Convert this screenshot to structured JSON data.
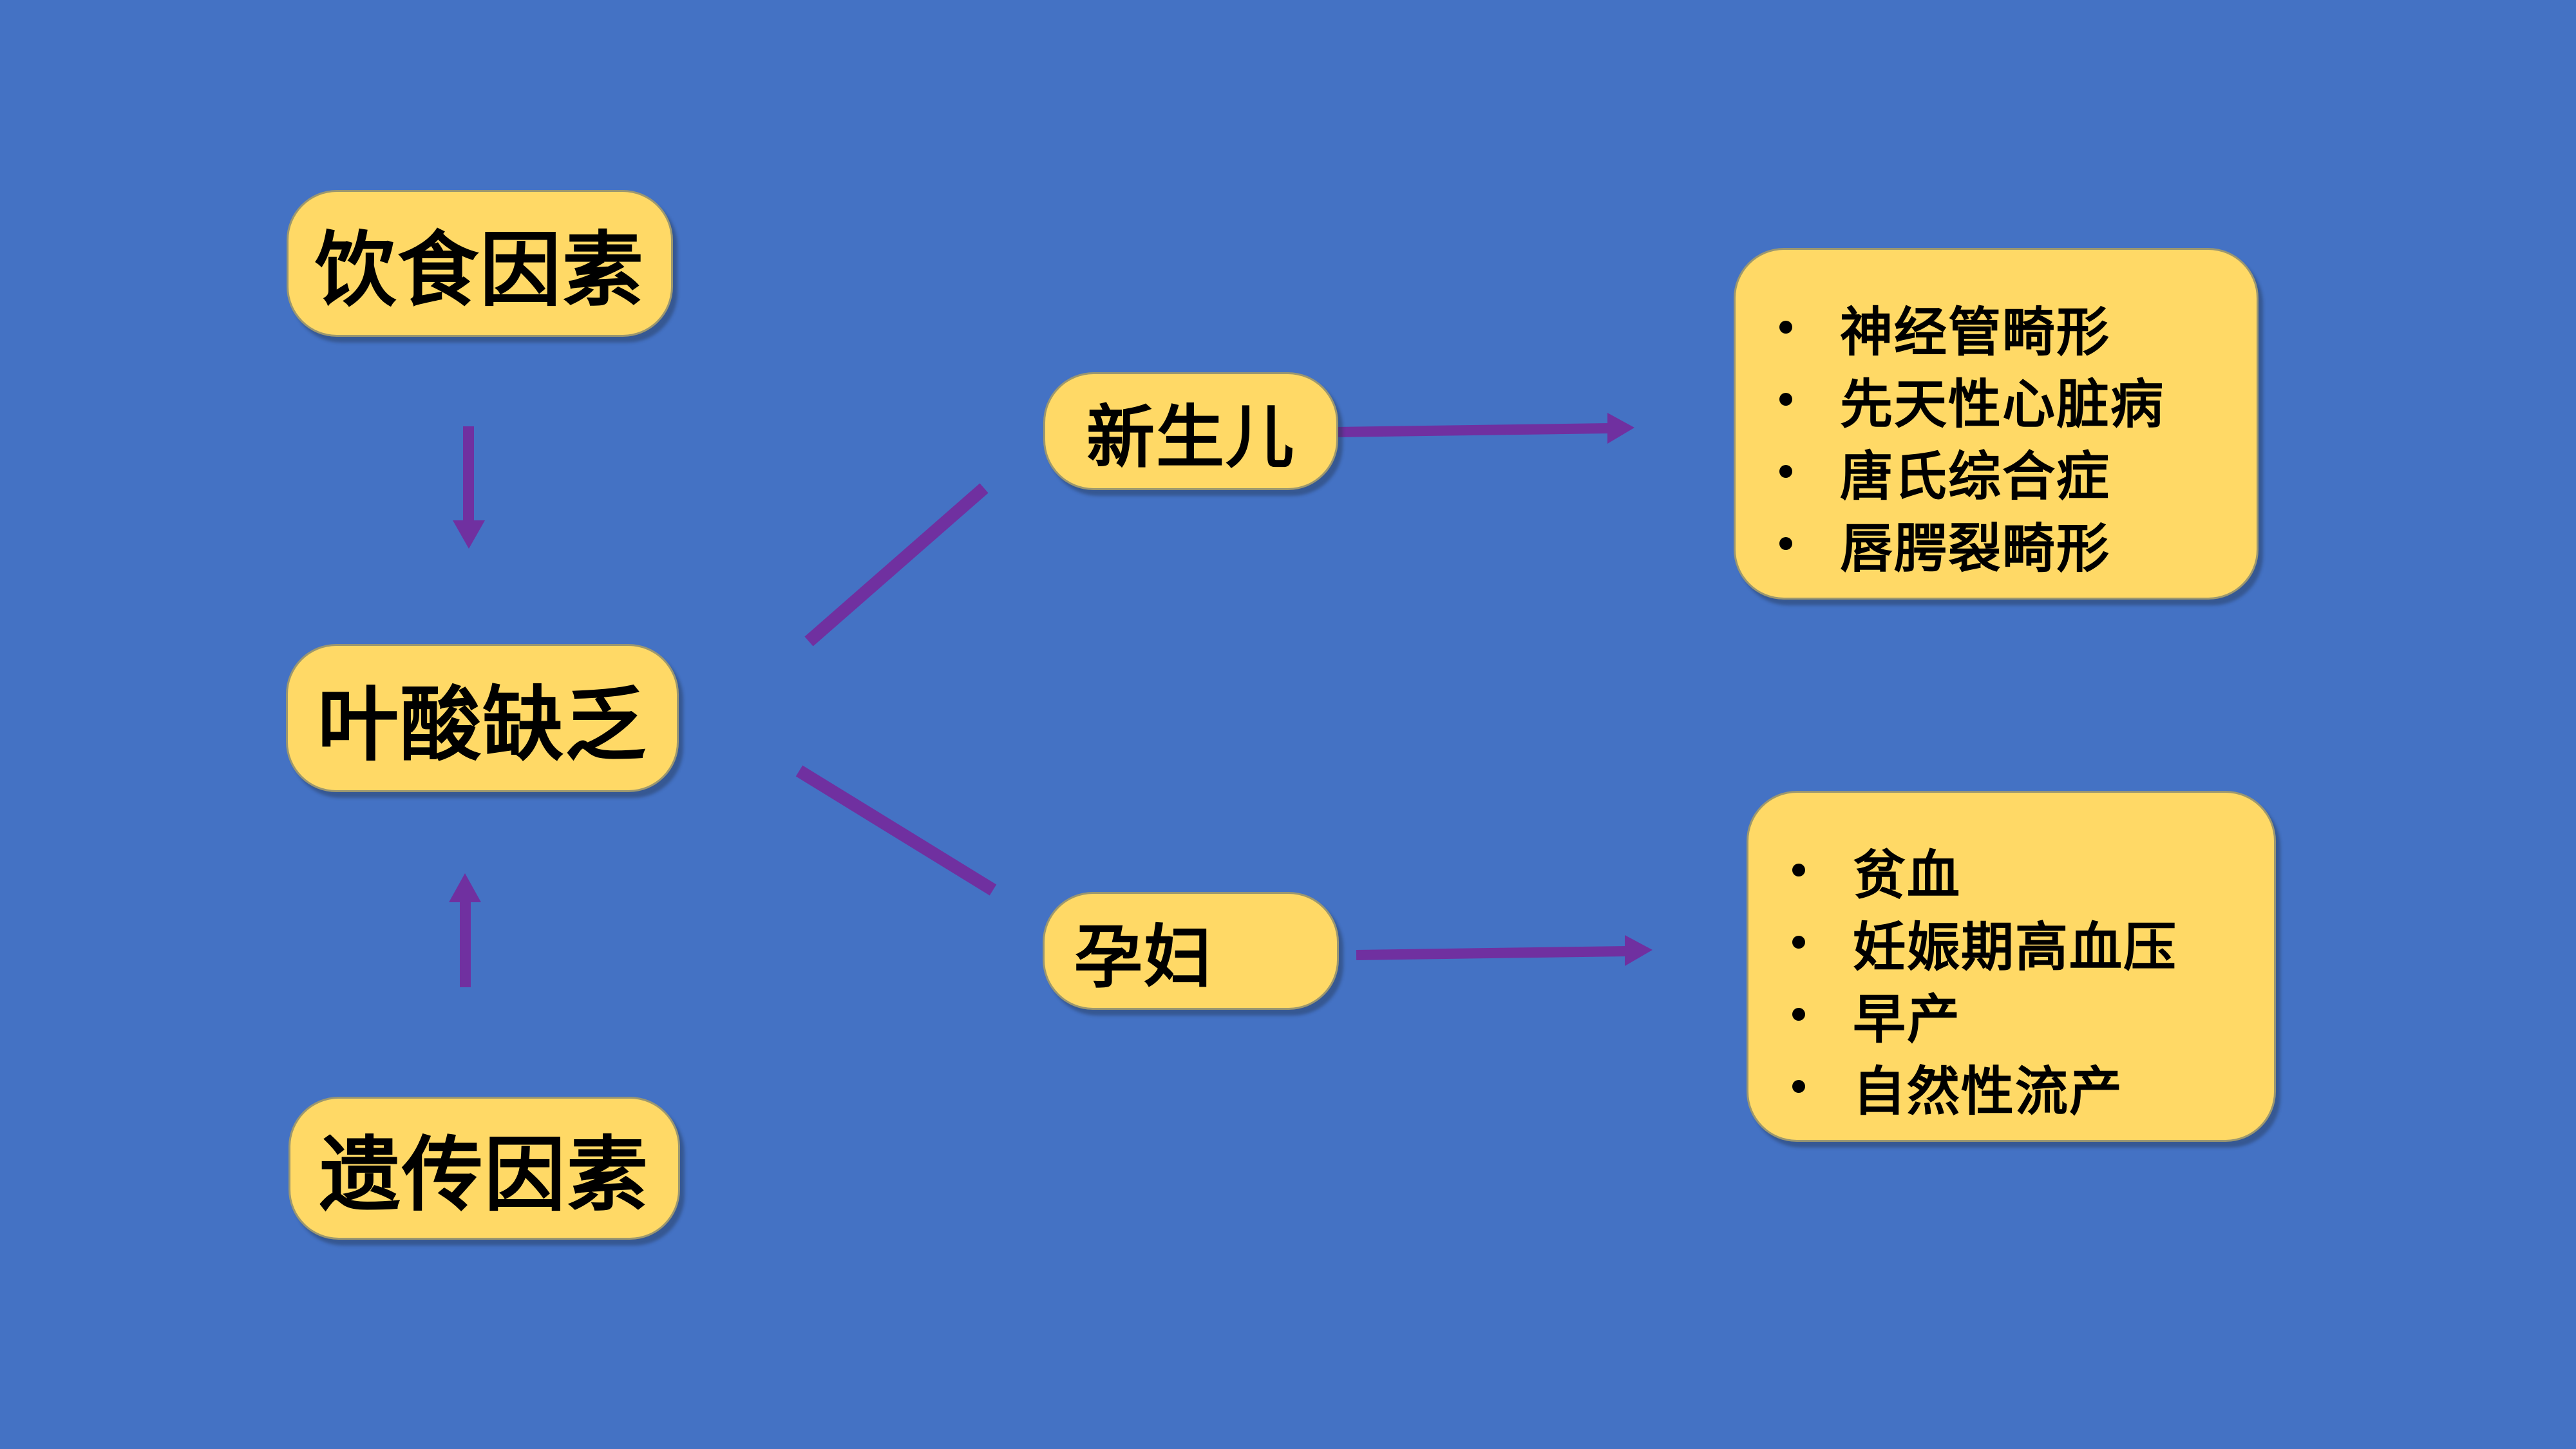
{
  "colors": {
    "background_blue": "#4472C4",
    "box_yellow": "#FFD966",
    "arrow_purple": "#7030A0",
    "text_black": "#000000"
  },
  "nodes": {
    "diet": {
      "label": "饮食因素"
    },
    "folate": {
      "label": "叶酸缺乏"
    },
    "genetic": {
      "label": "遗传因素"
    },
    "newborn": {
      "label": "新生儿"
    },
    "pregnant": {
      "label": "孕妇"
    },
    "newborn_effects": {
      "items": [
        "神经管畸形",
        "先天性心脏病",
        "唐氏综合症",
        "唇腭裂畸形"
      ]
    },
    "pregnant_effects": {
      "items": [
        "贫血",
        "妊娠期高血压",
        "早产",
        "自然性流产"
      ]
    }
  },
  "edges": [
    {
      "from": "diet",
      "to": "folate",
      "type": "arrow-down"
    },
    {
      "from": "genetic",
      "to": "folate",
      "type": "arrow-up"
    },
    {
      "from": "folate",
      "to": "newborn",
      "type": "line"
    },
    {
      "from": "folate",
      "to": "pregnant",
      "type": "line"
    },
    {
      "from": "newborn",
      "to": "newborn_effects",
      "type": "arrow-right"
    },
    {
      "from": "pregnant",
      "to": "pregnant_effects",
      "type": "arrow-right"
    }
  ]
}
